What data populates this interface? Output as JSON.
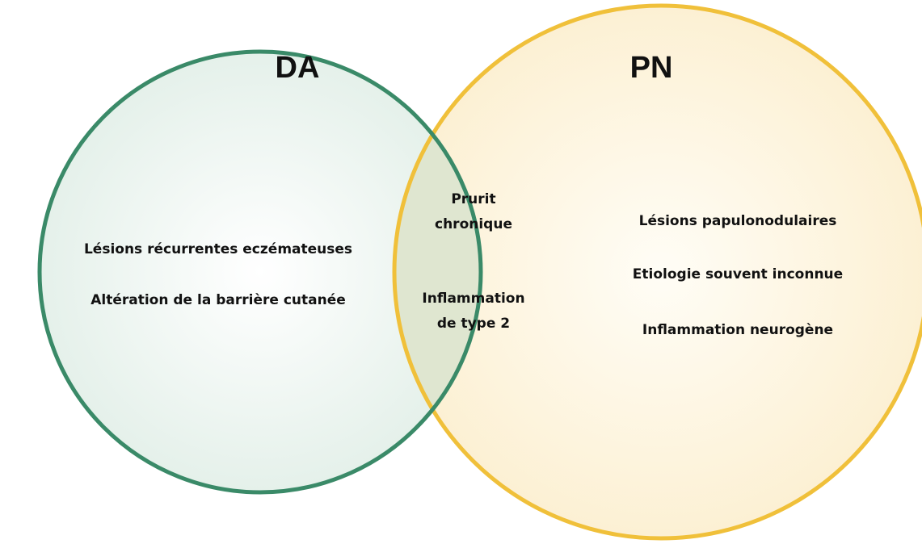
{
  "venn": {
    "left": {
      "title": "DA",
      "items": [
        "Lésions récurrentes eczémateuses",
        "Altération de la barrière cutanée"
      ],
      "stroke_color": "#3a8a68",
      "fill_color": "#eaf2ee"
    },
    "right": {
      "title": "PN",
      "items": [
        "Lésions papulonodulaires",
        "Etiologie souvent inconnue",
        "Inflammation neurogène"
      ],
      "stroke_color": "#f0c03a",
      "fill_color": "#fdf4dc"
    },
    "overlap": {
      "items": [
        {
          "line1": "Prurit",
          "line2": "chronique"
        },
        {
          "line1": "Inflammation",
          "line2": "de type 2"
        }
      ],
      "fill_color": "#e4e8d2"
    }
  }
}
